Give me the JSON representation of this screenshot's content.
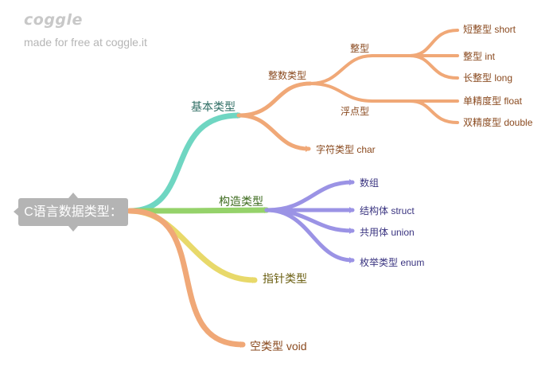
{
  "watermark": {
    "logo": "coggle",
    "tagline": "made for free at coggle.it"
  },
  "root": {
    "label": "C语言数据类型："
  },
  "branches": {
    "basic": {
      "label": "基本类型",
      "int_group": {
        "label": "整数类型",
        "int": {
          "label": "整型",
          "short": "短整型 short",
          "int": "整型 int",
          "long": "长整型 long"
        },
        "float": {
          "label": "浮点型",
          "float": "单精度型 float",
          "double": "双精度型 double"
        }
      },
      "char": "字符类型 char"
    },
    "construct": {
      "label": "构造类型",
      "array": "数组",
      "struct": "结构体 struct",
      "union": "共用体 union",
      "enum": "枚举类型 enum"
    },
    "pointer": {
      "label": "指针类型"
    },
    "void": {
      "label": "空类型 void"
    }
  },
  "colors": {
    "teal": "#6fd6c2",
    "orange": "#f0a877",
    "green": "#95d26a",
    "purple": "#9b93e5",
    "yellow": "#e8d96a",
    "teal_text": "#2f6e64",
    "orange_text": "#8a4a1f",
    "green_text": "#3d6b1e",
    "purple_text": "#3a3480",
    "yellow_text": "#6b5f12"
  }
}
